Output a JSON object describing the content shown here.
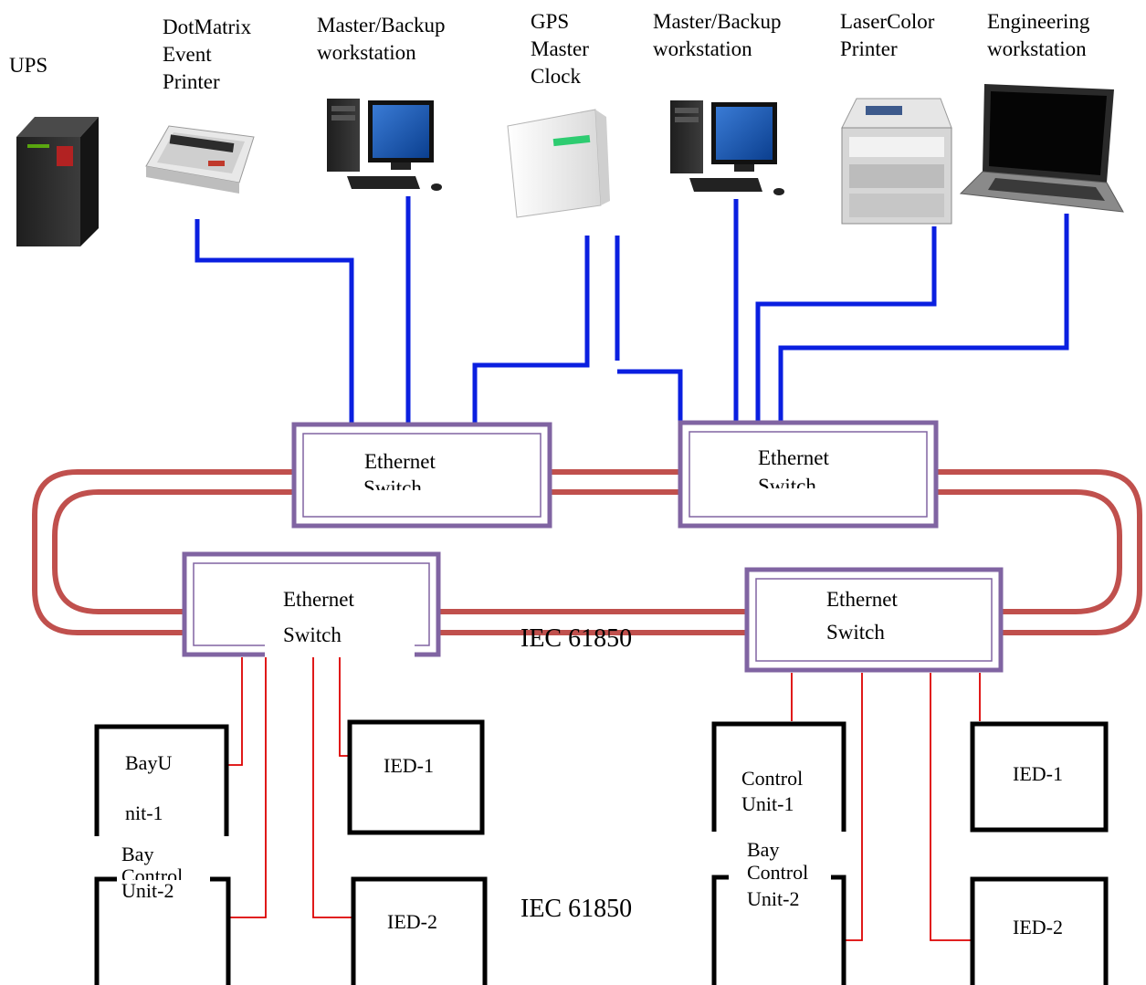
{
  "devices": {
    "ups": "UPS",
    "dotmatrix": [
      "DotMatrix",
      "Event",
      "Printer"
    ],
    "ws1": [
      "Master/Backup",
      "workstation"
    ],
    "gps": [
      "GPS",
      "Master",
      "Clock"
    ],
    "ws2": [
      "Master/Backup",
      "workstation"
    ],
    "laser": [
      "LaserColor",
      "Printer"
    ],
    "eng": [
      "Engineering",
      "workstation"
    ]
  },
  "switches": {
    "top_left": [
      "Ethernet",
      "Switch"
    ],
    "top_right": [
      "Ethernet",
      "Switch"
    ],
    "bottom_left": [
      "Ethernet",
      "Switch"
    ],
    "bottom_right": [
      "Ethernet",
      "Switch"
    ]
  },
  "protocol": {
    "ring_label": "IEC 61850",
    "bay_label": "IEC 61850"
  },
  "bays": {
    "left_bcu1": [
      "BayU",
      "nit-1"
    ],
    "left_bcu2": [
      "Bay",
      "Control",
      "Unit-2"
    ],
    "left_ied1": "IED-1",
    "left_ied2": "IED-2",
    "right_bcu1": [
      "Control",
      "Unit-1"
    ],
    "right_bcu2": [
      "Bay",
      "Control",
      "Unit-2"
    ],
    "right_ied1": "IED-1",
    "right_ied2": "IED-2"
  },
  "colors": {
    "lan_link": "#0a1fe0",
    "ring": "#c0504d",
    "switch_border": "#8064a2",
    "bay_link": "#dd0000"
  }
}
